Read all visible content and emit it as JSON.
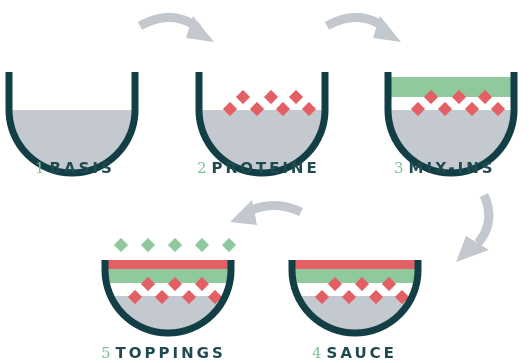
{
  "colors": {
    "bowl_outline": "#123e45",
    "base_fill": "#c3c9cf",
    "protein": "#e35f64",
    "mixins_band": "#90c99d",
    "sauce_band": "#e35f64",
    "topping": "#8fc89c",
    "arrow": "#c2c8cd",
    "step_number": "#7fbf97",
    "step_word": "#1f4a4f"
  },
  "steps": [
    {
      "number": "1",
      "name": "BASIS"
    },
    {
      "number": "2",
      "name": "PROTEINE"
    },
    {
      "number": "3",
      "name": "MIX-INS"
    },
    {
      "number": "4",
      "name": "SAUCE"
    },
    {
      "number": "5",
      "name": "TOPPINGS"
    }
  ]
}
